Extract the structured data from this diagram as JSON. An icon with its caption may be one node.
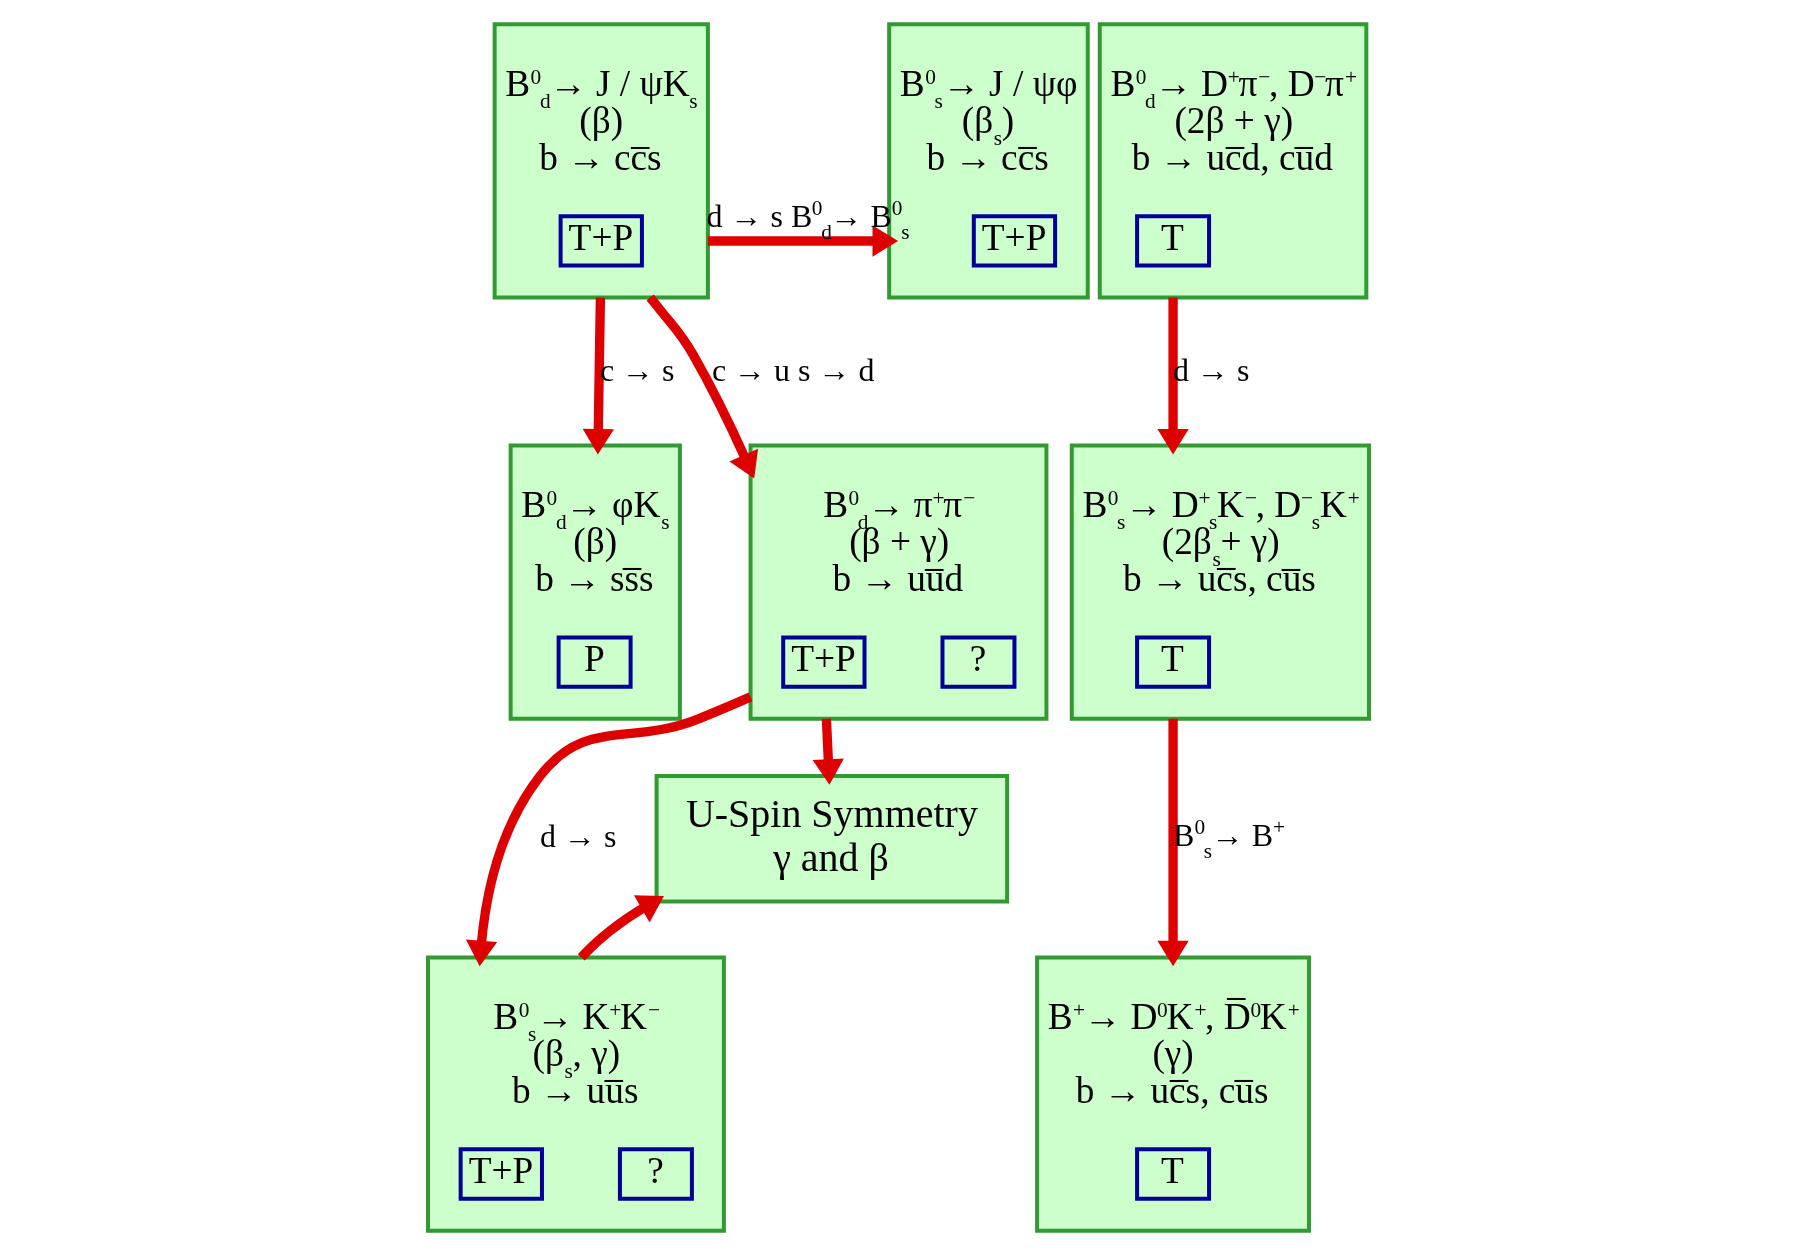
{
  "diagram": {
    "nodes": [
      {
        "text": [
          "B$^{0}$$_{d}$→ J / ψK$_{s}$",
          "(β)",
          "b → cc̅s"
        ]
      },
      {
        "text": [
          "T+P"
        ],
        "in": 0
      },
      {
        "text": [
          "B$^{0}$$_{s}$→ J / ψφ",
          "(β$_{s}$)",
          "b → cc̅s"
        ]
      },
      {
        "text": [
          "T+P"
        ],
        "in": 2
      },
      {
        "text": [
          "B$^{0}$$_{d}$→ D$^{+}$π$^{−}$, D$^{−}$π$^{+}$",
          "(2β + γ)",
          "b → uc̅d, cu̅d"
        ]
      },
      {
        "text": [
          "T"
        ],
        "in": 4
      },
      {
        "text": [
          "B$^{0}$$_{d}$→ φK$_{s}$",
          "(β)",
          "b → ss̅s"
        ]
      },
      {
        "text": [
          "P"
        ],
        "in": 6
      },
      {
        "text": [
          "B$^{0}$$_{d}$→ π$^{+}$π$^{−}$",
          "(β + γ)",
          "b → uu̅d"
        ]
      },
      {
        "text": [
          "?"
        ],
        "in": 8
      },
      {
        "text": [
          "T+P"
        ],
        "in": 8
      },
      {
        "text": [
          "B$^{0}$$_{s}$→ D$^{+}$$_{s}$K$^{−}$, D$^{−}$$_{s}$K$^{+}$",
          "(2β$_{s}$+ γ)",
          "b → uc̅s, cu̅s"
        ]
      },
      {
        "text": [
          "T"
        ],
        "in": 11
      },
      {
        "text": [
          "B$^{0}$$_{s}$→ K$^{+}$K$^{−}$",
          "(β$_{s}$, γ)",
          "b → uu̅s"
        ]
      },
      {
        "text": [
          "?"
        ],
        "in": 13
      },
      {
        "text": [
          "T+P"
        ],
        "in": 13
      },
      {
        "text": [
          "U-Spin Symmetry",
          "γ and β"
        ]
      },
      {
        "text": [
          "B$^{+}$→ D$^{0}$K$^{+}$, D̅$^{0}$K$^{+}$",
          "(γ)",
          "b → uc̅s, cu̅s"
        ]
      },
      {
        "text": [
          "T"
        ],
        "in": 17
      }
    ],
    "edges": [
      {
        "from": 0,
        "to": 2,
        "arrow": "to",
        "label": "d → s B$^{0}$$_{d}$→ B$^{0}$$_{s}$"
      },
      {
        "from": 0,
        "to": 6,
        "arrow": "to",
        "label": "c → s"
      },
      {
        "from": 0,
        "to": 8,
        "arrow": "to",
        "label": "c → u s → d"
      },
      {
        "from": 4,
        "to": 11,
        "arrow": "to",
        "label": "d → s"
      },
      {
        "from": 8,
        "to": 13,
        "arrow": "to",
        "label": "d → s"
      },
      {
        "from": 8,
        "to": 16,
        "arrow": "to"
      },
      {
        "from": 11,
        "to": 17,
        "arrow": "to",
        "label": "B$^{0}$$_{s}$→ B$^{+}$"
      },
      {
        "from": 13,
        "to": 16,
        "arrow": "to"
      }
    ]
  }
}
